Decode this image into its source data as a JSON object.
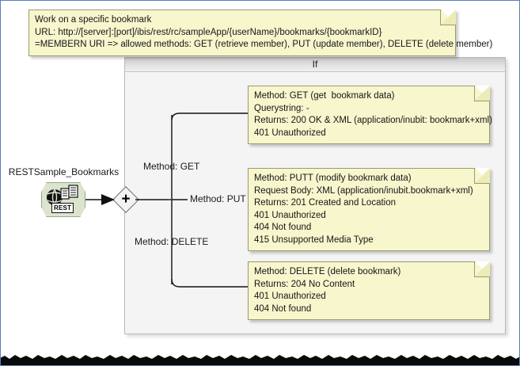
{
  "diagram": {
    "title_note": {
      "lines": [
        "Work on a specific bookmark",
        "URL: http://[server]:[port]/ibis/rest/rc/sampleApp/{userName}/bookmarks/{bookmarkID}",
        "=MEMBERN URI => allowed methods: GET (retrieve member), PUT (update member), DELETE (delete member)"
      ]
    },
    "container": {
      "label": "If"
    },
    "start_node": {
      "label": "RESTSample_Bookmarks",
      "icon_badge": "REST",
      "icon": "rest-globe-icon"
    },
    "gateway": {
      "symbol": "+",
      "type": "inclusive-gateway"
    },
    "edges": [
      {
        "label": "Method: GET"
      },
      {
        "label": "Method: PUT"
      },
      {
        "label": "Method: DELETE"
      }
    ],
    "notes": [
      {
        "id": "get",
        "lines": [
          "Method: GET (get  bookmark data)",
          "Querystring: -",
          "Returns: 200 OK & XML (application/inubit: bookmark+xml)",
          "401 Unauthorized"
        ]
      },
      {
        "id": "put",
        "lines": [
          "Method: PUTT (modify bookmark data)",
          "Request Body: XML (application/inubit.bookmark+xml)",
          "Returns: 201 Created and Location",
          "401 Unauthorized",
          "404 Not found",
          "415 Unsupported Media Type"
        ]
      },
      {
        "id": "delete",
        "lines": [
          "Method: DELETE (delete bookmark)",
          "Returns: 204 No Content",
          "401 Unauthorized",
          "404 Not found"
        ]
      }
    ]
  },
  "colors": {
    "note_bg": "#f7f6cd",
    "note_border": "#9c9a6d",
    "container_bg": "#f4f4f4",
    "container_border": "#b9b9b9",
    "frame_border": "#5b7fbe",
    "node_bg": "#dbe4cd"
  }
}
